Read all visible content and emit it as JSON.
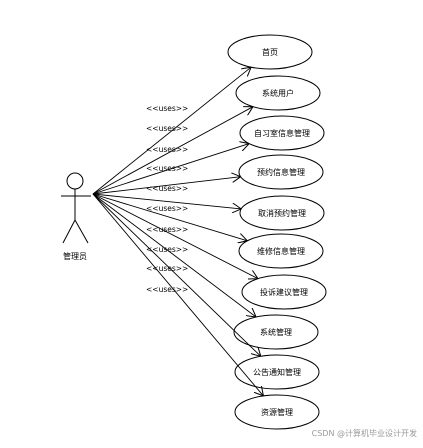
{
  "actor": {
    "label": "管理员"
  },
  "relation_label": "<<uses>>",
  "use_cases": [
    {
      "label": "首页"
    },
    {
      "label": "系统用户"
    },
    {
      "label": "自习室信息管理"
    },
    {
      "label": "预约信息管理"
    },
    {
      "label": "取消预约管理"
    },
    {
      "label": "维修信息管理"
    },
    {
      "label": "投诉建议管理"
    },
    {
      "label": "系统管理"
    },
    {
      "label": "公告通知管理"
    },
    {
      "label": "资源管理"
    }
  ],
  "watermark": "CSDN @计算机毕业设计开发"
}
